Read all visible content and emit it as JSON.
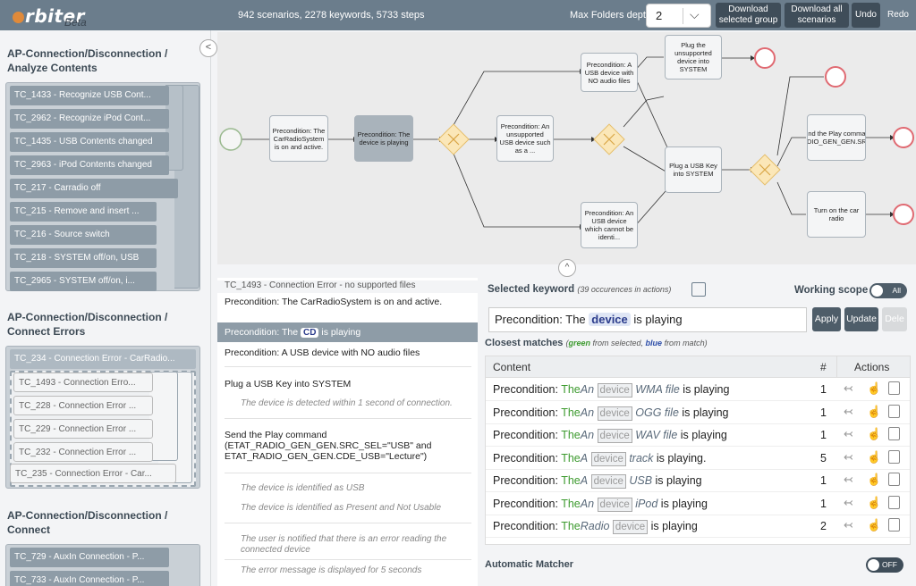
{
  "app": {
    "logo": "rbiter",
    "beta": "Beta"
  },
  "topbar": {
    "stats": "942 scenarios, 2278 keywords, 5733 steps",
    "max_depth_label": "Max Folders depth",
    "depth_value": "2",
    "download_group": "Download selected group",
    "download_all": "Download all scenarios",
    "undo": "Undo",
    "redo": "Redo"
  },
  "groups": [
    {
      "title": "AP-Connection/Disconnection / Analyze Contents",
      "items": [
        "TC_1433 - Recognize USB Cont...",
        "TC_2962 - Recognize iPod Cont...",
        "TC_1435 - USB Contents changed",
        "TC_2963 - iPod Contents changed",
        "TC_217 - Carradio off",
        "TC_215 - Remove and insert ...",
        "TC_216 - Source switch",
        "TC_218 - SYSTEM off/on, USB",
        "TC_2965 - SYSTEM off/on, i..."
      ]
    },
    {
      "title": "AP-Connection/Disconnection / Connect Errors",
      "items": [
        "TC_234 - Connection Error - CarRadio...",
        "TC_1493 - Connection Erro...",
        "TC_228 - Connection Error ...",
        "TC_229 - Connection Error ...",
        "TC_232 - Connection Error ...",
        "TC_235 - Connection Error - Car..."
      ]
    },
    {
      "title": "AP-Connection/Disconnection / Connect",
      "items": [
        "TC_729 - AuxIn Connection - P...",
        "TC_733 - AuxIn Connection - P..."
      ]
    }
  ],
  "graph": {
    "nodes": {
      "n1": "Precondition: The CarRadioSystem is on and active.",
      "n2": "Precondition: The device is playing",
      "n3": "Precondition: An unsupported USB device such as a ...",
      "n4": "Precondition: A USB device with NO audio files",
      "n5": "Precondition: An USB device which cannot be identi...",
      "n6": "Plug the unsupported device into SYSTEM",
      "n7": "Plug a USB Key into SYSTEM",
      "n8": "Send the Play command (ETAT_RADIO_GEN_GEN.SRC_SEL=...",
      "n9": "Turn on the car radio"
    }
  },
  "steps": {
    "title": "TC_1493 - Connection Error - no supported files",
    "s1": "Precondition: The CarRadioSystem is on and active.",
    "hl_pre": "Precondition: The",
    "hl_kw": "CD",
    "hl_post": "is playing",
    "s3": "Precondition: A USB device with NO audio files",
    "s4": "Plug a USB Key into SYSTEM",
    "o1": "The device is detected within 1 second of connection.",
    "s5": "Send the Play command (ETAT_RADIO_GEN_GEN.SRC_SEL=\"USB\" and ETAT_RADIO_GEN_GEN.CDE_USB=\"Lecture\")",
    "o2": "The device is identified as USB",
    "o3": "The device is identified as Present and Not Usable",
    "o4": "The user is notified that there is an error reading the connected device",
    "o5": "The error message is displayed for 5 seconds"
  },
  "keyword": {
    "label": "Selected keyword",
    "occ": "(39 occurences in actions)",
    "scope_label": "Working scope",
    "scope_value": "All",
    "input_pre": "Precondition: The",
    "input_kw": "device",
    "input_post": "is playing",
    "apply": "Apply",
    "update": "Update",
    "delete": "Dele",
    "closest": "Closest matches",
    "legend_a": "(",
    "legend_green": "green",
    "legend_b": " from selected, ",
    "legend_blue": "blue",
    "legend_c": " from match)",
    "col_content": "Content",
    "col_num": "#",
    "col_actions": "Actions",
    "matcher_label": "Automatic Matcher",
    "matcher_value": "OFF"
  },
  "matches": [
    {
      "pre": "Precondition: ",
      "g": "The",
      "b": "An",
      "dev": "device",
      "b2": "WMA file",
      "post": " is playing",
      "n": "1"
    },
    {
      "pre": "Precondition: ",
      "g": "The",
      "b": "An",
      "dev": "device",
      "b2": "OGG file",
      "post": " is playing",
      "n": "1"
    },
    {
      "pre": "Precondition: ",
      "g": "The",
      "b": "An",
      "dev": "device",
      "b2": "WAV file",
      "post": " is playing",
      "n": "1"
    },
    {
      "pre": "Precondition: ",
      "g": "The",
      "b": "A",
      "dev": "device",
      "b2": "track",
      "post": " is playing.",
      "n": "5"
    },
    {
      "pre": "Precondition: ",
      "g": "The",
      "b": "A",
      "dev": "device",
      "b2": "USB",
      "post": " is playing",
      "n": "1"
    },
    {
      "pre": "Precondition: ",
      "g": "The",
      "b": "An",
      "dev": "device",
      "b2": "iPod",
      "post": " is playing",
      "n": "1"
    },
    {
      "pre": "Precondition: ",
      "g": "The",
      "b": "Radio",
      "dev": "device",
      "b2": "",
      "post": " is playing",
      "n": "2"
    }
  ]
}
